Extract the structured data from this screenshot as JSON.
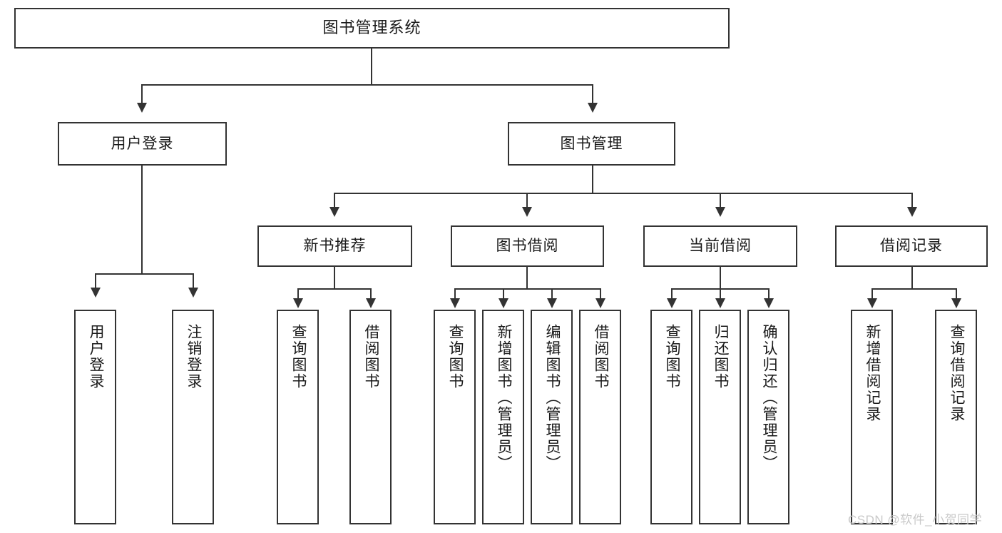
{
  "diagram": {
    "title_node": {
      "label": "图书管理系统"
    },
    "level2": [
      {
        "id": "user-login",
        "label": "用户登录"
      },
      {
        "id": "book-management",
        "label": "图书管理"
      }
    ],
    "level3": [
      {
        "id": "new-book-recommend",
        "label": "新书推荐"
      },
      {
        "id": "book-borrow",
        "label": "图书借阅"
      },
      {
        "id": "current-borrow",
        "label": "当前借阅"
      },
      {
        "id": "borrow-record",
        "label": "借阅记录"
      }
    ],
    "leaves": {
      "user_login": [
        {
          "id": "leaf-user-login",
          "label": "用户登录"
        },
        {
          "id": "leaf-logout",
          "label": "注销登录"
        }
      ],
      "new_book_recommend": [
        {
          "id": "leaf-query-book-1",
          "label": "查询图书"
        },
        {
          "id": "leaf-borrow-book-1",
          "label": "借阅图书"
        }
      ],
      "book_borrow": [
        {
          "id": "leaf-query-book-2",
          "label": "查询图书"
        },
        {
          "id": "leaf-add-book",
          "label": "新增图书（管理员）"
        },
        {
          "id": "leaf-edit-book",
          "label": "编辑图书（管理员）"
        },
        {
          "id": "leaf-borrow-book-2",
          "label": "借阅图书"
        }
      ],
      "current_borrow": [
        {
          "id": "leaf-query-book-3",
          "label": "查询图书"
        },
        {
          "id": "leaf-return-book",
          "label": "归还图书"
        },
        {
          "id": "leaf-confirm-return",
          "label": "确认归还（管理员）"
        }
      ],
      "borrow_record": [
        {
          "id": "leaf-add-record",
          "label": "新增借阅记录"
        },
        {
          "id": "leaf-query-record",
          "label": "查询借阅记录"
        }
      ]
    }
  },
  "watermark": {
    "text": "CSDN @软件_小贺同学"
  },
  "colors": {
    "stroke": "#333333",
    "background": "#ffffff",
    "text": "#1a1a1a",
    "watermark": "#c9c9c9"
  }
}
